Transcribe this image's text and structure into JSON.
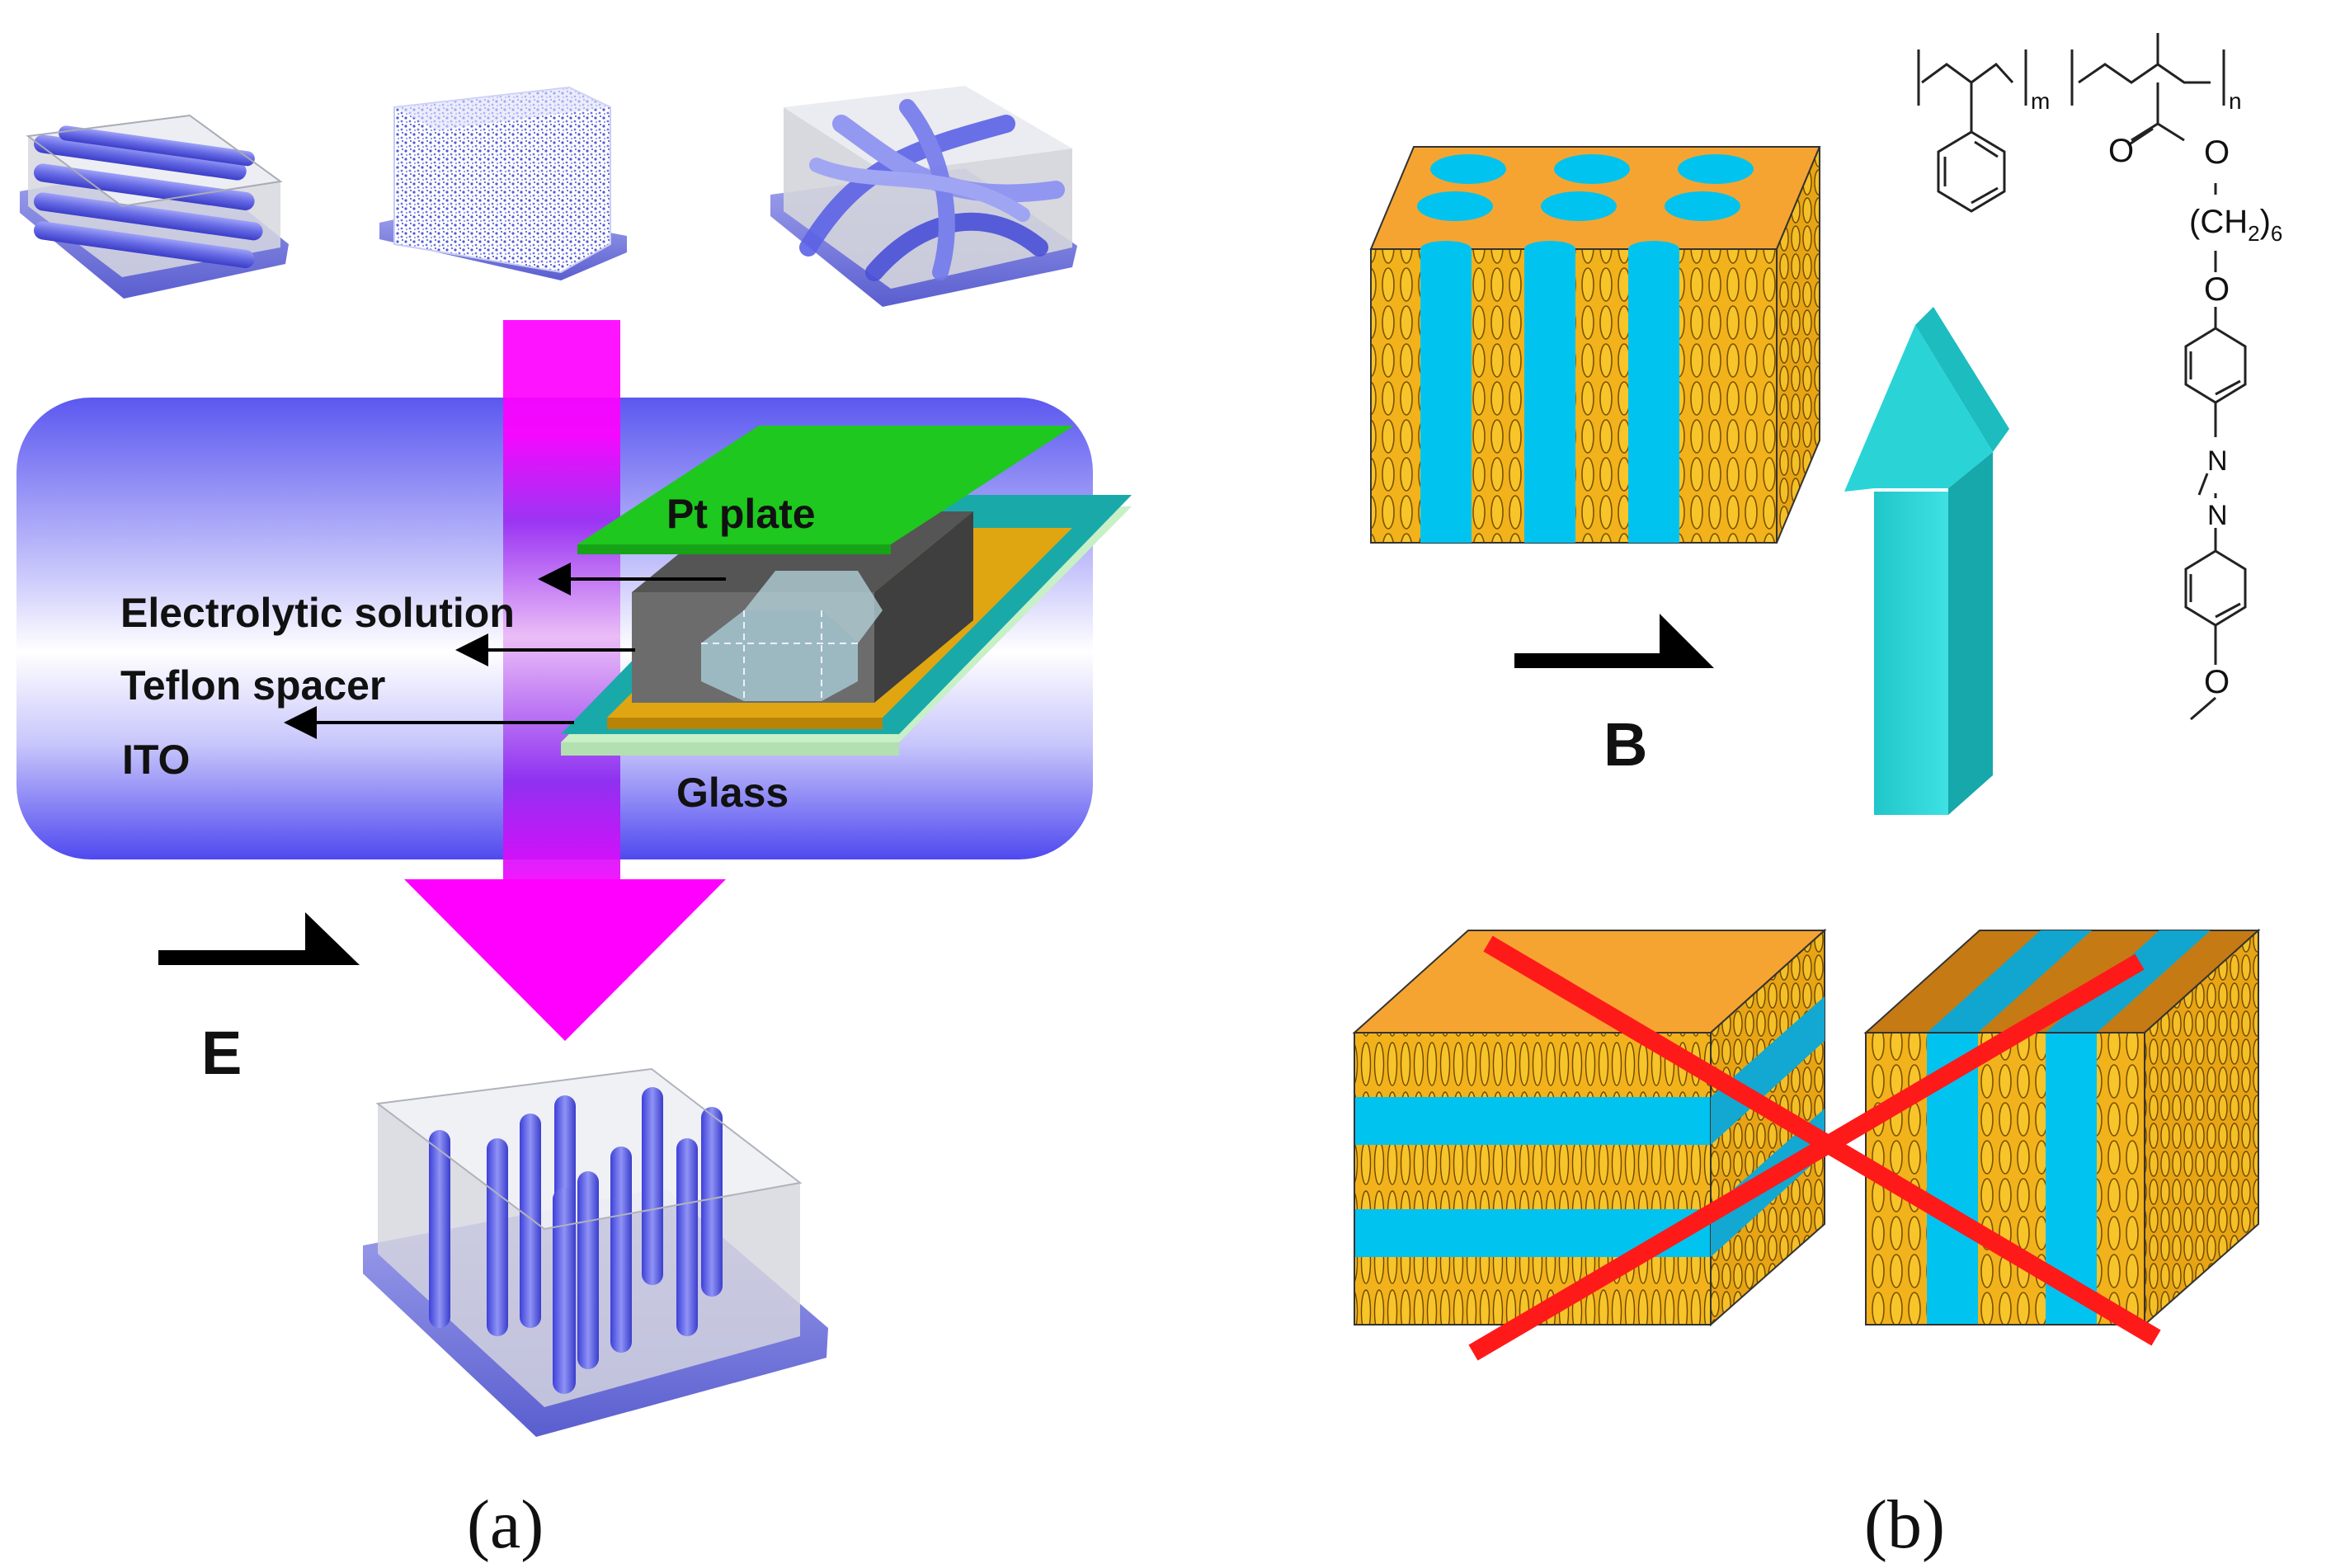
{
  "panel_a": {
    "labels": {
      "pt_plate": "Pt plate",
      "electrolytic": "Electrolytic solution",
      "teflon": "Teflon spacer",
      "ito": "ITO",
      "glass": "Glass",
      "field": "E"
    },
    "caption": "(a)"
  },
  "panel_b": {
    "field": "B",
    "chem": {
      "m": "m",
      "n": "n",
      "ch2": "(CH",
      "sub2": "2",
      "close6": ")",
      "sub6": "6",
      "o1": "O",
      "o2": "O",
      "o3": "O",
      "o4": "O",
      "n1": "N",
      "n2": "N"
    },
    "caption": "(b)"
  },
  "colors": {
    "orange": "#f6a431",
    "cyan": "#00c3ef",
    "red": "#ff1a1a",
    "magenta": "#ff00ff",
    "teal_arrow": "#22c9cc",
    "blue_rod": "#6a6ee8",
    "green_plate": "#1ec81e"
  }
}
